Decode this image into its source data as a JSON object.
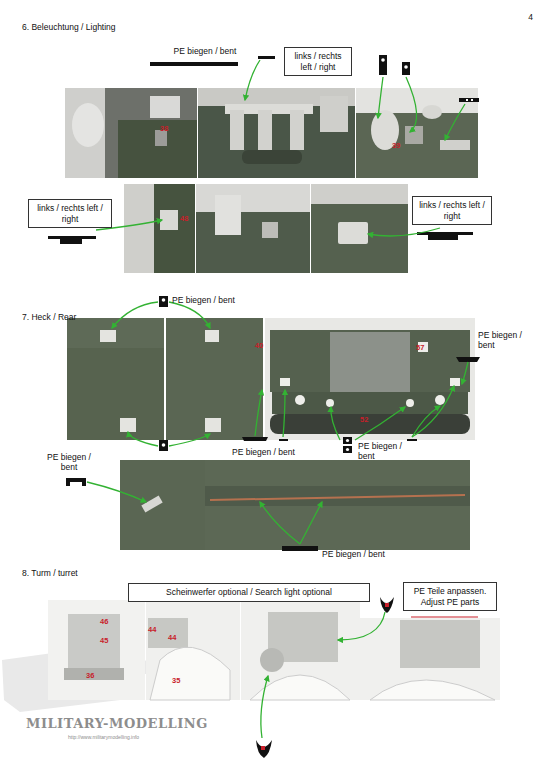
{
  "diagram": {
    "nodes": [
      {
        "text": [
          "links / rechts left / right"
        ]
      },
      {
        "text": [
          "links / rechts left / right"
        ]
      },
      {
        "text": [
          "links / rechts left / right"
        ]
      },
      {
        "text": [
          "Scheinwerfer optional / Search light optional"
        ]
      },
      {
        "text": [
          "PE Teile anpassen. Adjust PE parts"
        ]
      }
    ],
    "edges": [],
    "labels": [
      "4",
      "6. Beleuchtung / Lighting",
      "PE biegen / bent",
      "38",
      "39",
      "48",
      "7. Heck / Rear",
      "PE biegen / bent",
      "40",
      "57",
      "52",
      "PE biegen / bent",
      "PE biegen / bent",
      "PE biegen / bent",
      "PE biegen / bent",
      "PE biegen / bent",
      "8. Turm / turret",
      "46",
      "45",
      "36",
      "44",
      "44",
      "35",
      "MILITARY-MODELLING",
      "http://www.militarymodelling.info"
    ]
  }
}
